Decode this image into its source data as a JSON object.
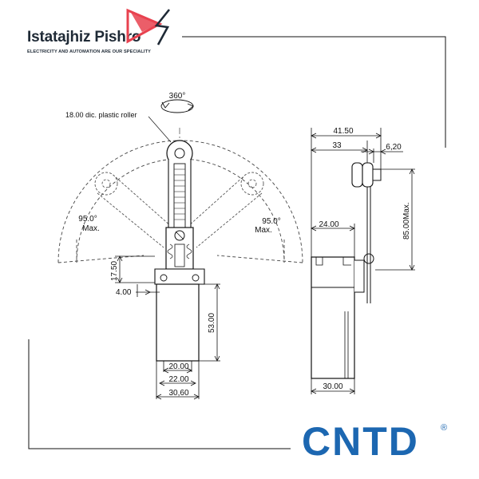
{
  "brand": {
    "name": "Istatajhiz Pishro",
    "tagline": "ELECTRICITY AND AUTOMATION ARE OUR SPECIALITY",
    "logo_icon": "play-bolt-logo-icon",
    "accent_color": "#e8424f"
  },
  "manufacturer": {
    "logo": "CNTD",
    "registered": "®",
    "color": "#1c67b1"
  },
  "front_view": {
    "rotation": "360°",
    "roller_note": "18.00 dic. plastic roller",
    "left_angle": "95.0°",
    "left_angle_unit": "Max.",
    "right_angle": "95.0°",
    "right_angle_unit": "Max.",
    "dim_height_top": "17.50",
    "dim_offset": "4.00",
    "dim_body_height": "53.00",
    "dim_width_inner": "20.00",
    "dim_width_mid": "22.00",
    "dim_width_outer": "30,60"
  },
  "side_view": {
    "dim_total_width": "41.50",
    "dim_arm": "33",
    "dim_roller": "6,20",
    "dim_head": "24.00",
    "dim_height_max": "85.00Max.",
    "dim_body_width": "30.00"
  }
}
